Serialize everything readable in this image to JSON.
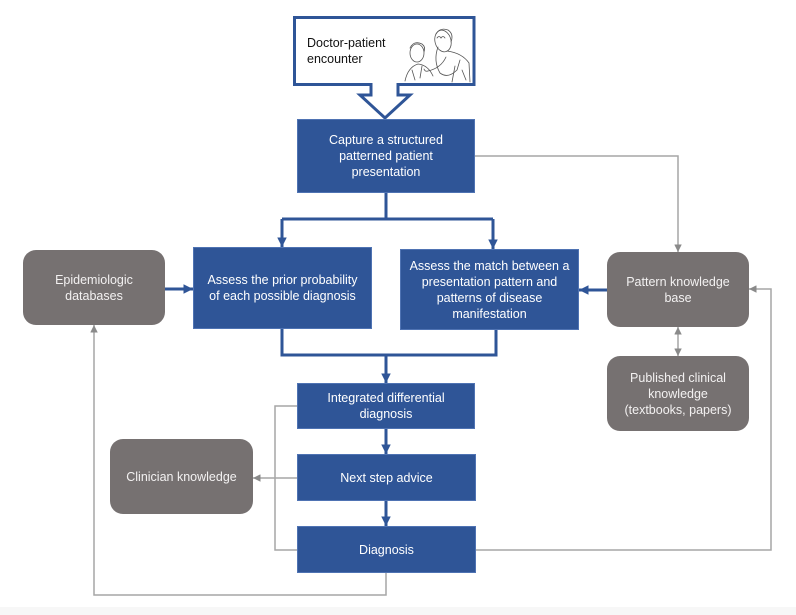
{
  "colors": {
    "process_blue": "#2F5597",
    "knowledge_gray": "#767171",
    "connector_gray": "#A6A6A6",
    "box_text": "#FFFFFF"
  },
  "start": {
    "label": "Doctor-patient\nencounter",
    "illustration": "doctor examining patient with stethoscope"
  },
  "steps": {
    "capture": "Capture a structured\npatterned patient\npresentation",
    "assess_prior": "Assess the prior probability\nof each possible diagnosis",
    "assess_match": "Assess the match between a\npresentation pattern and\npatterns of disease\nmanifestation",
    "integrated": "Integrated differential\ndiagnosis",
    "next_step": "Next step advice",
    "diagnosis": "Diagnosis"
  },
  "knowledge_sources": {
    "epidemiologic": "Epidemiologic\ndatabases",
    "pattern_kb": "Pattern knowledge\nbase",
    "published": "Published clinical\nknowledge\n(textbooks, papers)",
    "clinician": "Clinician knowledge"
  }
}
